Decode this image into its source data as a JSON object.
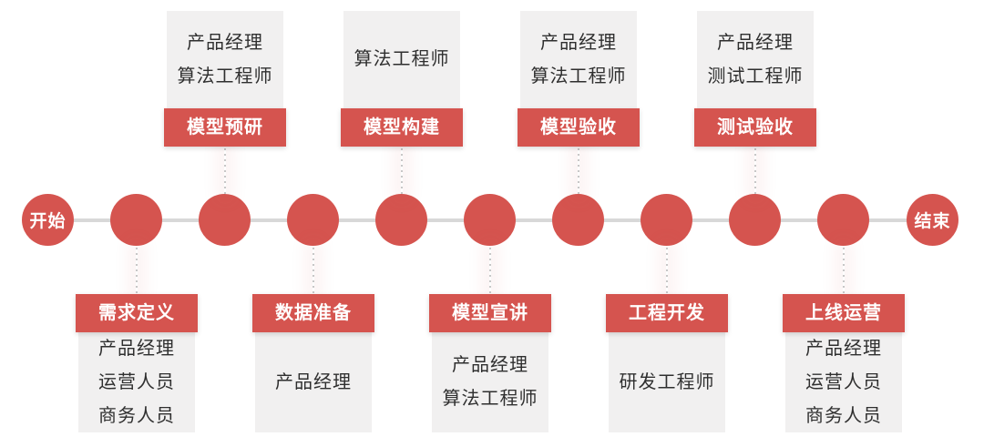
{
  "colors": {
    "accent_red": "#d5544f",
    "box_bg": "#f1f0f0",
    "axis_gray": "#d8d8d8",
    "dot_gray": "#c7c7c7",
    "member_text": "#2f2f2f",
    "header_text": "#ffffff"
  },
  "timeline": {
    "start_label": "开始",
    "end_label": "结束",
    "node_count": 9
  },
  "stages_top": [
    {
      "title": "模型预研",
      "members": [
        "产品经理",
        "算法工程师"
      ]
    },
    {
      "title": "模型构建",
      "members": [
        "算法工程师"
      ]
    },
    {
      "title": "模型验收",
      "members": [
        "产品经理",
        "算法工程师"
      ]
    },
    {
      "title": "测试验收",
      "members": [
        "产品经理",
        "测试工程师"
      ]
    }
  ],
  "stages_bottom": [
    {
      "title": "需求定义",
      "members": [
        "产品经理",
        "运营人员",
        "商务人员"
      ]
    },
    {
      "title": "数据准备",
      "members": [
        "产品经理"
      ]
    },
    {
      "title": "模型宣讲",
      "members": [
        "产品经理",
        "算法工程师"
      ]
    },
    {
      "title": "工程开发",
      "members": [
        "研发工程师"
      ]
    },
    {
      "title": "上线运营",
      "members": [
        "产品经理",
        "运营人员",
        "商务人员"
      ]
    }
  ]
}
